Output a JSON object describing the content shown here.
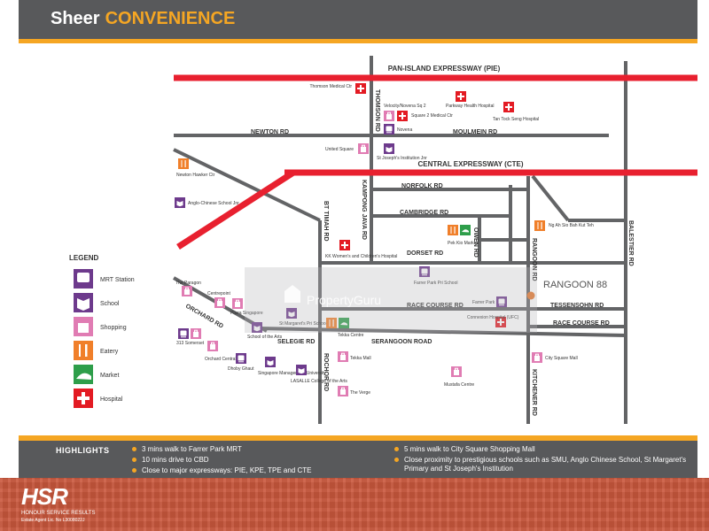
{
  "header": {
    "title_a": "Sheer",
    "title_b": "CONVENIENCE"
  },
  "colors": {
    "header_bg": "#58595b",
    "accent": "#f5a623",
    "expressway": "#e8202f",
    "road": "#636466",
    "marker": "#e6762b",
    "mrt": "#6d3a8c",
    "school": "#6d3a8c",
    "shopping": "#e07cb3",
    "eatery": "#f07f2a",
    "market": "#2e9e4a",
    "hospital": "#e31b23"
  },
  "roads": {
    "pie": "PAN-ISLAND EXPRESSWAY (PIE)",
    "cte": "CENTRAL EXPRESSWAY (CTE)",
    "thomson": "THOMSON RD",
    "newton": "NEWTON RD",
    "moulmein": "MOULMEIN RD",
    "norfolk": "NORFOLK RD",
    "cambridge": "CAMBRIDGE RD",
    "dorset": "DORSET RD",
    "owen": "OWEN RD",
    "rangoon": "RANGOON RD",
    "balestier": "BALESTIER RD",
    "kampong_java": "KAMPONG JAVA RD",
    "bt_timah": "BT TIMAH RD",
    "race_course_1": "RACE COURSE RD",
    "race_course_2": "RACE COURSE RD",
    "tessensohn": "TESSENSOHN RD",
    "serangoon": "SERANGOON ROAD",
    "selegie": "SELEGIE RD",
    "orchard": "ORCHARD RD",
    "rochor": "ROCHOR RD",
    "kitchener": "KITCHENER RD"
  },
  "places": {
    "thomson_medical": "Thomson Medical Ctr",
    "velocity": "Velocity/Novena Sq 2",
    "square2": "Square 2 Medical Ctr",
    "novena": "Novena",
    "parkway": "Parkway Health Hospital",
    "tan_tock_seng": "Tan Tock Seng Hospital",
    "united_square": "United Square",
    "st_josephs": "St Joseph's Institution Jnr",
    "newton_hawker": "Newton Hawker Ctr",
    "anglo_chinese": "Anglo-Chinese School Jnr",
    "ng_ah_sio": "Ng Ah Sio Bah Kut Teh",
    "pek_kio": "Pek Kio Market",
    "kk_hospital": "KK Women's and Children's Hospital",
    "farrer_park_school": "Farrer Park Pri School",
    "farrer_park": "Farrer Park",
    "rangoon88": "RANGOON 88",
    "paragon": "The Paragon",
    "centrepoint": "Centrepoint",
    "plaza_sg": "Plaza Singapore",
    "st_margarets": "St Margaret's Pri School",
    "tekka": "Tekka Centre",
    "connexion": "Connexion Hospital (UFC)",
    "somerset": "313 Somerset",
    "orchard_central": "Orchard Central",
    "school_arts": "School of the Arts",
    "dhoby": "Dhoby Ghaut",
    "smu": "Singapore Management University",
    "lasalle": "LASALLE College of the Arts",
    "tekka_mall": "Tekka Mall",
    "verge": "The Verge",
    "mustafa": "Mustafa Centre",
    "city_square": "City Square Mall"
  },
  "legend": {
    "title": "LEGEND",
    "items": [
      {
        "label": "MRT Station",
        "icon": "mrt-icon"
      },
      {
        "label": "School",
        "icon": "school-icon"
      },
      {
        "label": "Shopping",
        "icon": "shopping-icon"
      },
      {
        "label": "Eatery",
        "icon": "eatery-icon"
      },
      {
        "label": "Market",
        "icon": "market-icon"
      },
      {
        "label": "Hospital",
        "icon": "hospital-icon"
      }
    ]
  },
  "watermark": "PropertyGuru",
  "highlights": {
    "title": "HIGHLIGHTS",
    "left": [
      "3 mins walk to Farrer Park MRT",
      "10 mins drive to CBD",
      "Close to major expressways: PIE, KPE, TPE and CTE"
    ],
    "right": [
      "5 mins walk to City Square Shopping Mall",
      "Close proximity to prestigious schools such as SMU, Anglo Chinese School, St Margaret's Primary and St Joseph's Institution"
    ]
  },
  "footer": {
    "logo": "HSR",
    "tagline": "HONOUR SERVICE RESULTS",
    "agent": "Estate Agent Lic. No L3008022J"
  }
}
